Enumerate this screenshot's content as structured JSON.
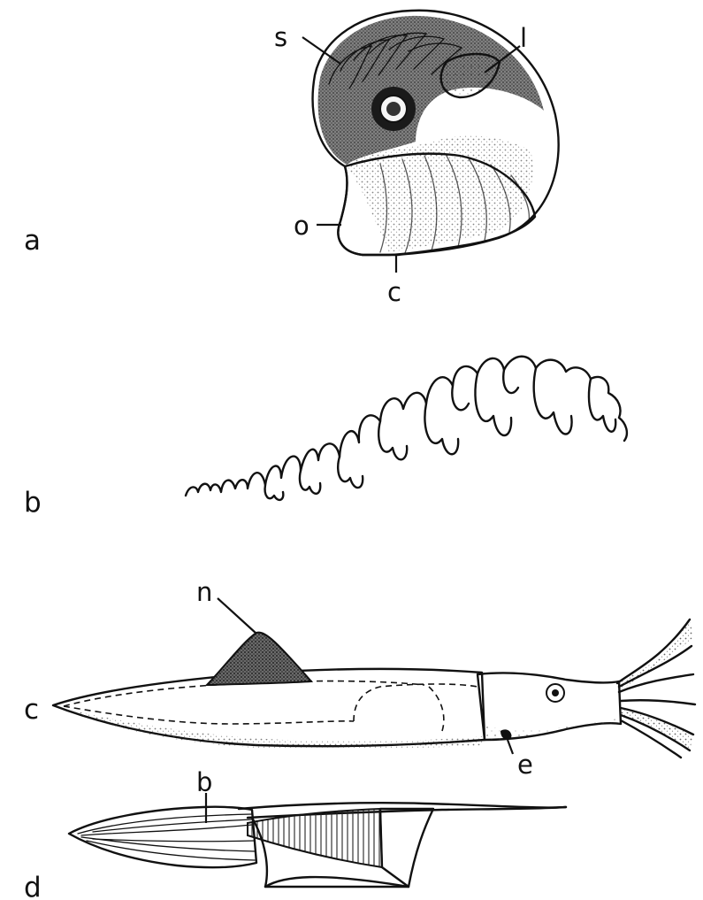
{
  "panels": [
    {
      "id": "a",
      "label": "a",
      "parts": [
        {
          "key": "s",
          "label": "s"
        },
        {
          "key": "l",
          "label": "l"
        },
        {
          "key": "o",
          "label": "o"
        },
        {
          "key": "c",
          "label": "c"
        }
      ]
    },
    {
      "id": "b",
      "label": "b",
      "parts": []
    },
    {
      "id": "c",
      "label": "c",
      "parts": [
        {
          "key": "n",
          "label": "n"
        },
        {
          "key": "e",
          "label": "e"
        }
      ]
    },
    {
      "id": "d",
      "label": "d",
      "parts": [
        {
          "key": "b",
          "label": "b"
        }
      ]
    }
  ]
}
